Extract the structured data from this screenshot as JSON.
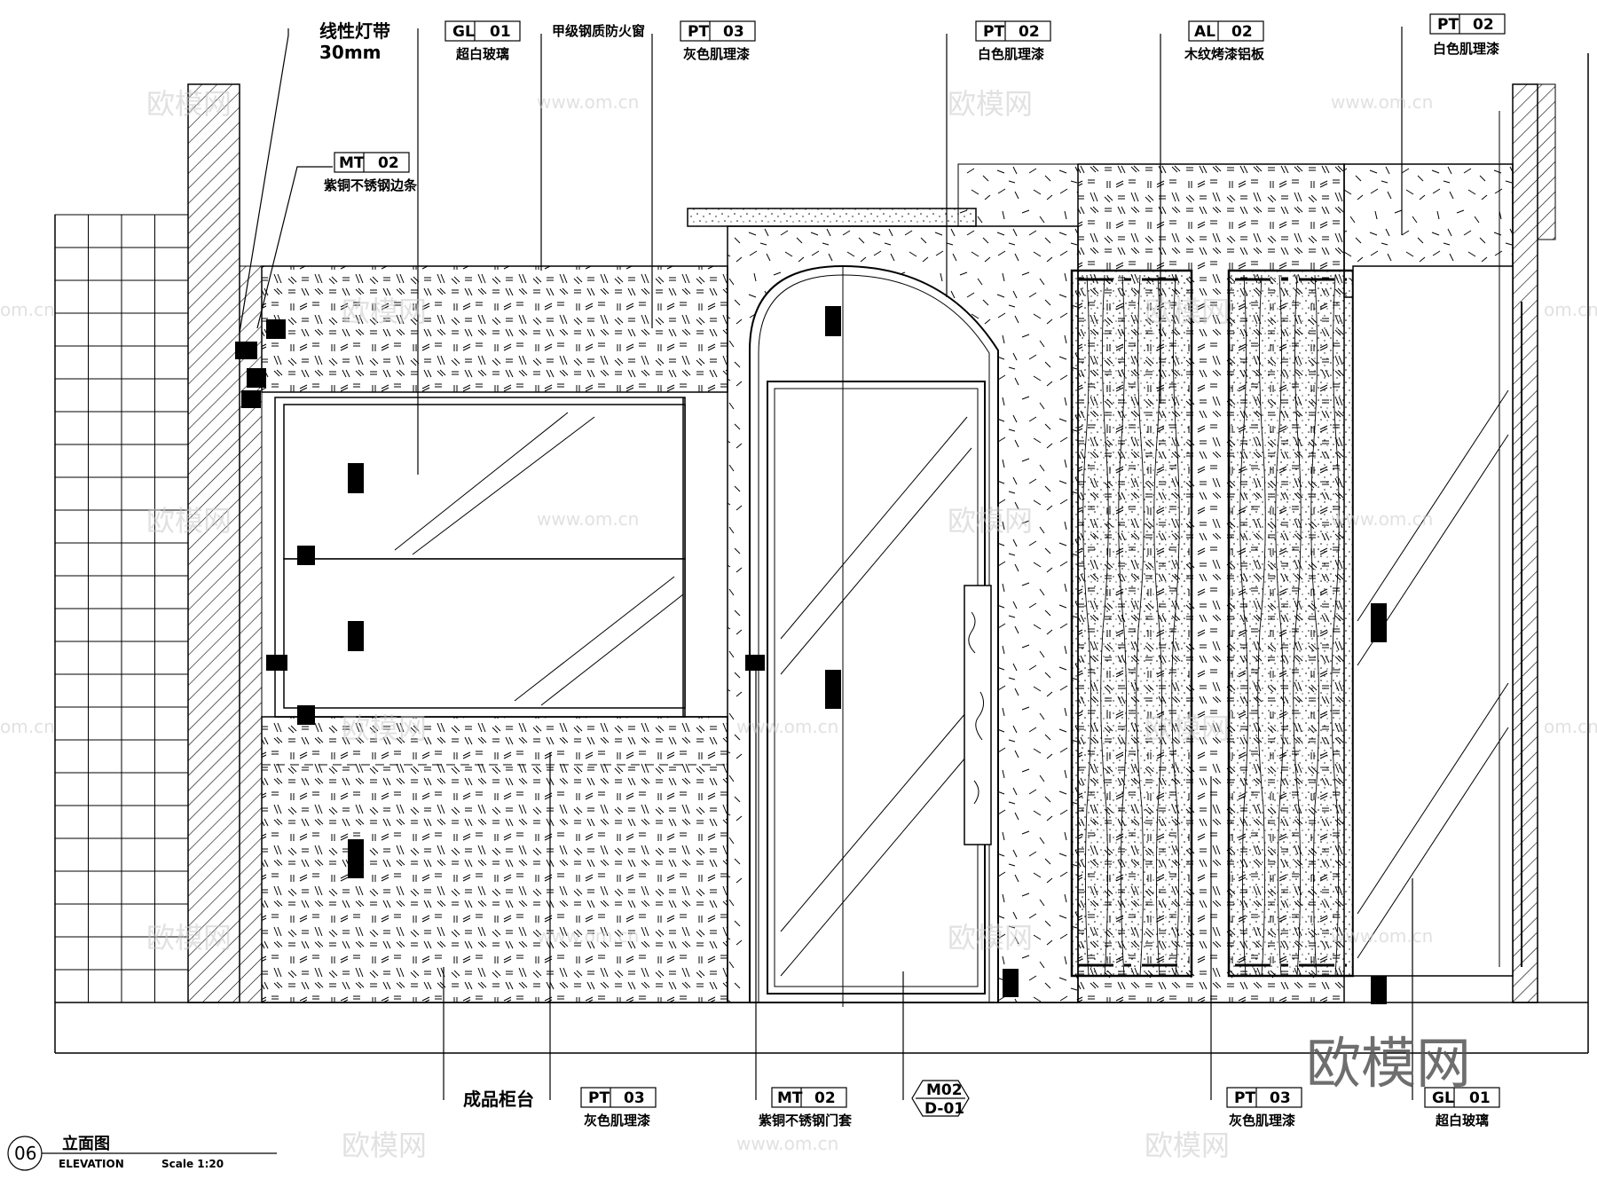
{
  "drawing": {
    "callouts": {
      "light_strip": {
        "line1": "线性灯带",
        "line2": "30mm"
      },
      "gl01_top": {
        "code": "GL",
        "num": "01",
        "desc": "超白玻璃"
      },
      "fire_window": {
        "desc": "甲级钢质防火窗"
      },
      "pt03_top": {
        "code": "PT",
        "num": "03",
        "desc": "灰色肌理漆"
      },
      "pt02_mid": {
        "code": "PT",
        "num": "02",
        "desc": "白色肌理漆"
      },
      "al02": {
        "code": "AL",
        "num": "02",
        "desc": "木纹烤漆铝板"
      },
      "pt02_right": {
        "code": "PT",
        "num": "02",
        "desc": "白色肌理漆"
      },
      "mt02_top": {
        "code": "MT",
        "num": "02",
        "desc": "紫铜不锈钢边条"
      },
      "counter": {
        "desc": "成品柜台"
      },
      "pt03_bot_left": {
        "code": "PT",
        "num": "03",
        "desc": "灰色肌理漆"
      },
      "mt02_bot": {
        "code": "MT",
        "num": "02",
        "desc": "紫铜不锈钢门套"
      },
      "door_tag": {
        "top": "M02",
        "bottom": "D-01"
      },
      "pt03_bot_right": {
        "code": "PT",
        "num": "03",
        "desc": "灰色肌理漆"
      },
      "gl01_bot": {
        "code": "GL",
        "num": "01",
        "desc": "超白玻璃"
      }
    },
    "title_block": {
      "number": "06",
      "title_cn": "立面图",
      "title_en": "ELEVATION",
      "scale": "Scale 1:20"
    },
    "watermarks": {
      "brand_cn": "欧模网",
      "site": "www.om.cn",
      "edge": "om.cn"
    }
  }
}
